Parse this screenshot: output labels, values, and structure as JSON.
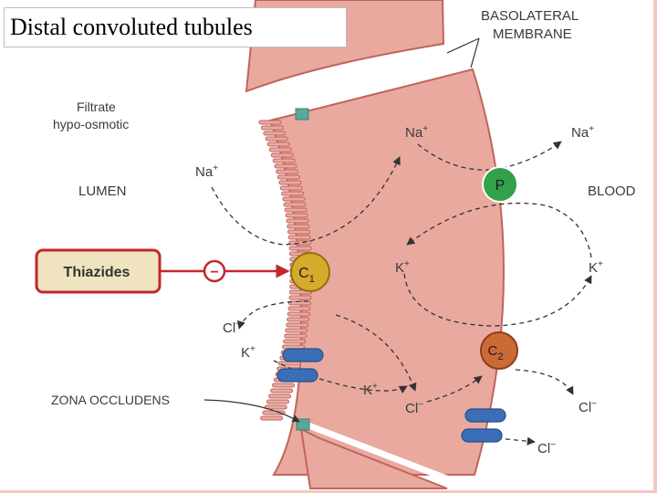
{
  "title": "Distal convoluted tubules",
  "labels": {
    "basolateral_line1": "BASOLATERAL",
    "basolateral_line2": "MEMBRANE",
    "filtrate_line1": "Filtrate",
    "filtrate_line2": "hypo-osmotic",
    "lumen": "LUMEN",
    "blood": "BLOOD",
    "zona_occludens": "ZONA OCCLUDENS",
    "thiazides": "Thiazides",
    "inhibit_symbol": "−"
  },
  "transporters": {
    "pump": "P",
    "c1_main": "C",
    "c1_sub": "1",
    "c2_main": "C",
    "c2_sub": "2"
  },
  "ions": {
    "na_lumen": "Na",
    "na_cell": "Na",
    "na_blood": "Na",
    "k_cell": "K",
    "k_blood": "K",
    "k_lumen": "K",
    "k_paracell": "K",
    "cl_lumen": "Cl",
    "cl_cell": "Cl",
    "cl_blood": "Cl",
    "cl_bottom": "Cl",
    "plus": "+",
    "minus": "−"
  },
  "colors": {
    "cell_fill": "#e9a99f",
    "cell_stroke": "#c0645e",
    "pump_green": "#33a04a",
    "c1_yellow": "#d6aa2b",
    "c2_orange": "#cc6a36",
    "channel_blue": "#3a6fb8",
    "junction_teal": "#5aa89a",
    "thiazide_box": "#efe4bf",
    "thiazide_red": "#c2272d"
  }
}
